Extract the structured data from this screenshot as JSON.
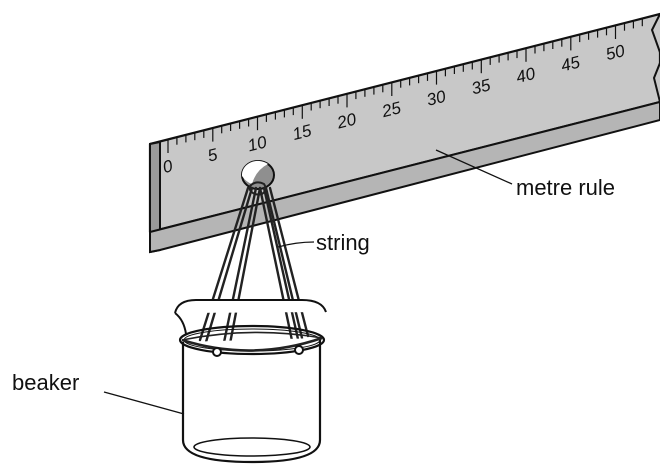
{
  "labels": {
    "rule": "metre rule",
    "string": "string",
    "beaker": "beaker"
  },
  "scale": {
    "numbers": [
      "0",
      "5",
      "10",
      "15",
      "20",
      "25",
      "30",
      "35",
      "40",
      "45",
      "50"
    ]
  },
  "colors": {
    "rule_face": "#c8c8c8",
    "rule_side": "#9a9a9a",
    "rule_hole": "#8f8f8f",
    "outline": "#111111",
    "glass": "#ffffff"
  }
}
